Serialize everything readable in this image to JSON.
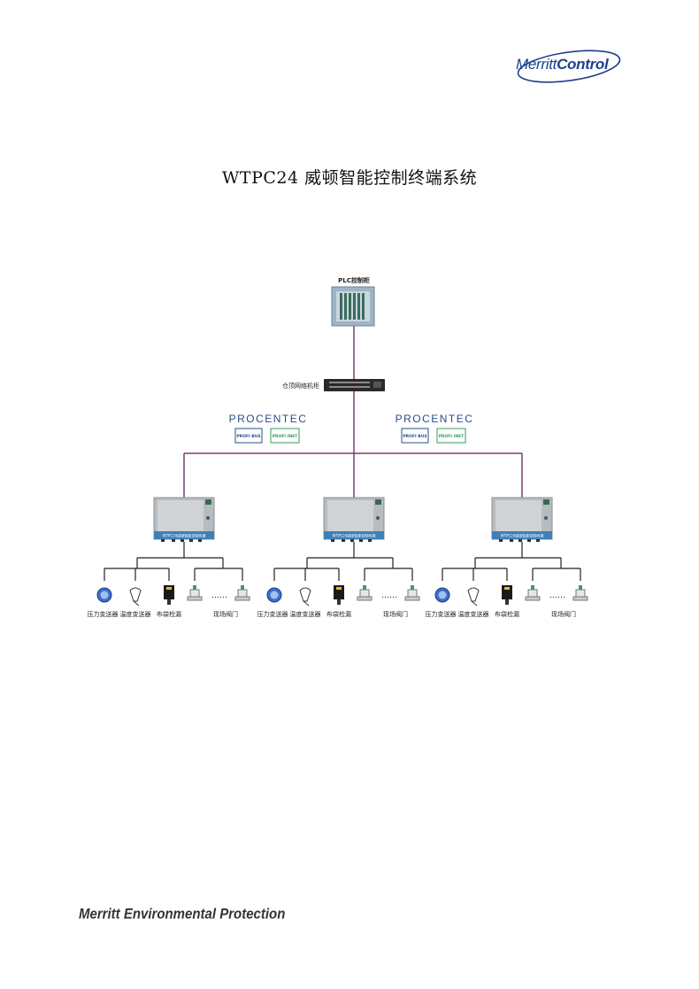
{
  "logo": {
    "brand_regular": "Merritt",
    "brand_bold": "Control"
  },
  "title": "WTPC24 威顿智能控制终端系统",
  "nodes": {
    "plc": "PLC控制柜",
    "switch": "仓顶网络机柜",
    "procentec_brand": "PROCENTEC",
    "profibus_tag_1": "PROFI BUS",
    "profibus_tag_2": "PROFI INET",
    "terminal_panel_label": "WTPC24威顿智能控制终端"
  },
  "devices": {
    "pressure": "压力变送器",
    "temperature": "温度变送器",
    "bag_leak": "布袋检漏",
    "dots": "……",
    "valve": "现场阀门"
  },
  "footer": "Merritt Environmental Protection",
  "colors": {
    "line": "#7a3a6e",
    "device_line": "#222222",
    "brand_blue": "#1d3f8f",
    "procentec_blue": "#2a4f8a",
    "procentec_green": "#3a9a5a"
  }
}
